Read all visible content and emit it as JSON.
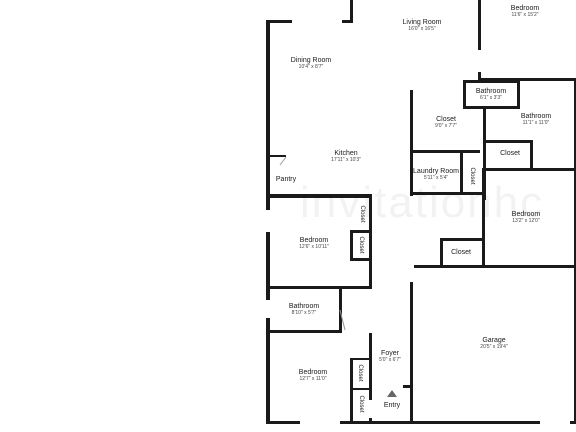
{
  "rooms": [
    {
      "id": "living-room",
      "name": "Living Room",
      "dims": "16'0\" x 16'5\""
    },
    {
      "id": "bedroom-top",
      "name": "Bedroom",
      "dims": "11'6\" x 15'2\""
    },
    {
      "id": "dining-room",
      "name": "Dining Room",
      "dims": "10'4\" x 8'7\""
    },
    {
      "id": "bathroom-small",
      "name": "Bathroom",
      "dims": "6'1\" x 3'3\""
    },
    {
      "id": "bathroom-master",
      "name": "Bathroom",
      "dims": "11'1\" x 11'0\""
    },
    {
      "id": "closet-walkin",
      "name": "Closet",
      "dims": "9'0\" x 7'7\""
    },
    {
      "id": "kitchen",
      "name": "Kitchen",
      "dims": "17'11\" x 10'3\""
    },
    {
      "id": "laundry-room",
      "name": "Laundry Room",
      "dims": "5'11\" x 5'4\""
    },
    {
      "id": "bedroom-right",
      "name": "Bedroom",
      "dims": "13'2\" x 12'0\""
    },
    {
      "id": "bedroom-left",
      "name": "Bedroom",
      "dims": "12'6\" x 10'11\""
    },
    {
      "id": "bathroom-hall",
      "name": "Bathroom",
      "dims": "8'10\" x 5'7\""
    },
    {
      "id": "garage",
      "name": "Garage",
      "dims": "20'5\" x 19'4\""
    },
    {
      "id": "foyer",
      "name": "Foyer",
      "dims": "5'0\" x 6'7\""
    },
    {
      "id": "bedroom-bottom",
      "name": "Bedroom",
      "dims": "12'7\" x 11'0\""
    }
  ],
  "simple_labels": {
    "pantry": "Pantry",
    "closet_master": "Closet",
    "closet_right": "Closet",
    "entry": "Entry"
  },
  "vertical_labels": {
    "closet_laundry": "Closet",
    "closet_bed_left_a": "Closet",
    "closet_bed_left_b": "Closet",
    "closet_bed_bottom_a": "Closet",
    "closet_bed_bottom_b": "Closet"
  },
  "colors": {
    "wall": "#1a1a1a",
    "background": "#ffffff"
  }
}
